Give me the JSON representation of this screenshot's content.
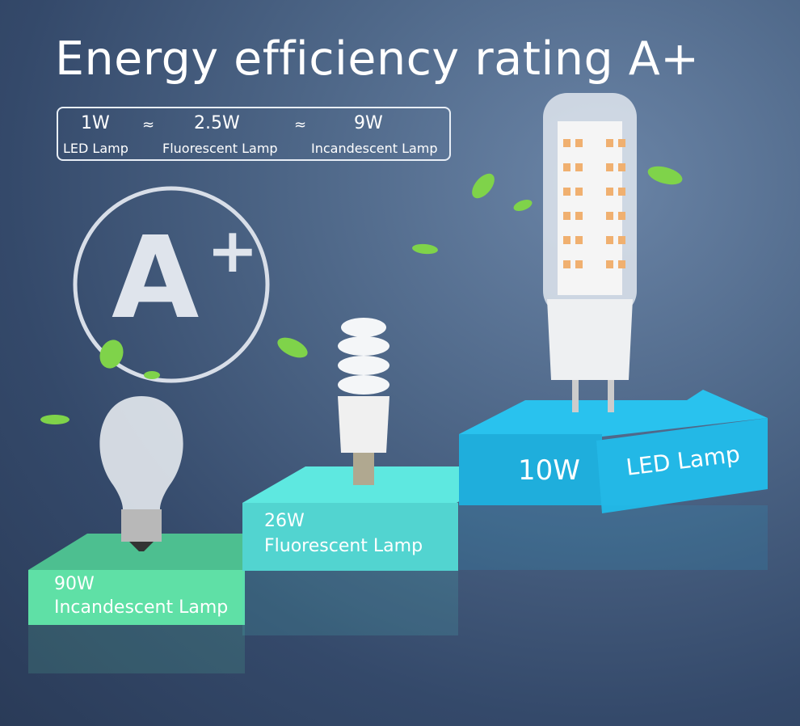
{
  "title": "Energy efficiency rating A+",
  "comparison": {
    "items": [
      {
        "watt": "1W",
        "label": "LED Lamp"
      },
      {
        "watt": "2.5W",
        "label": "Fluorescent Lamp"
      },
      {
        "watt": "9W",
        "label": "Incandescent Lamp"
      }
    ],
    "approx_symbol": "≈"
  },
  "badge": {
    "letter": "A",
    "plus": "+"
  },
  "steps": [
    {
      "watt": "90W",
      "label": "Incandescent Lamp",
      "color": "#5fe0a6"
    },
    {
      "watt": "26W",
      "label": "Fluorescent Lamp",
      "color": "#52d4d0"
    },
    {
      "watt": "10W",
      "label": "LED Lamp",
      "color": "#1fb4e0"
    }
  ]
}
